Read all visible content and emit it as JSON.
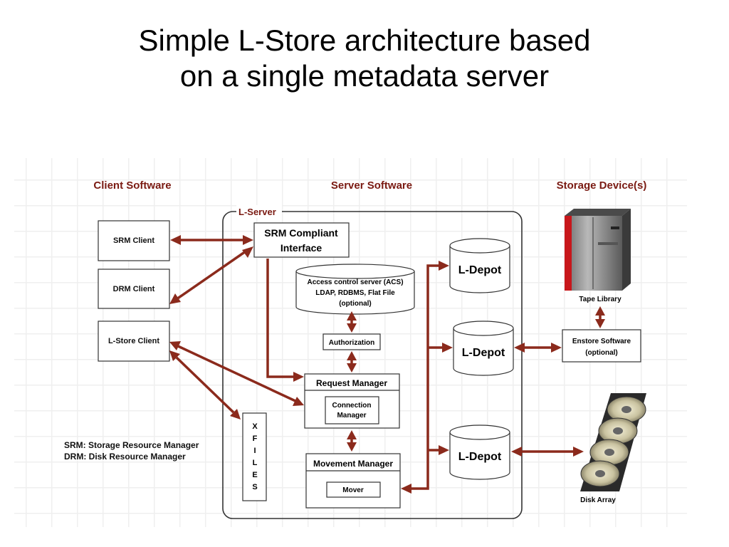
{
  "title": {
    "line1": "Simple L-Store architecture based",
    "line2": "on a single metadata server"
  },
  "headers": {
    "client": "Client Software",
    "server": "Server Software",
    "storage": "Storage Device(s)"
  },
  "lserver": "L-Server",
  "clients": {
    "srm": "SRM Client",
    "drm": "DRM Client",
    "lstore": "L-Store Client"
  },
  "srm_interface": {
    "line1": "SRM Compliant",
    "line2": "Interface"
  },
  "acs": {
    "line1": "Access control server (ACS)",
    "line2": "LDAP, RDBMS, Flat File",
    "line3": "(optional)"
  },
  "authorization": "Authorization",
  "request_manager": "Request Manager",
  "connection_manager": {
    "line1": "Connection",
    "line2": "Manager"
  },
  "movement_manager": "Movement Manager",
  "mover": "Mover",
  "xfiles": [
    "X",
    "F",
    "I",
    "L",
    "E",
    "S"
  ],
  "depots": [
    "L-Depot",
    "L-Depot",
    "L-Depot"
  ],
  "tape_library": "Tape Library",
  "enstore": {
    "line1": "Enstore Software",
    "line2": "(optional)"
  },
  "disk_array": "Disk Array",
  "legend": {
    "srm": "SRM: Storage Resource Manager",
    "drm": "DRM: Disk Resource Manager"
  },
  "colors": {
    "arrow": "#8b2a1c",
    "header": "#7a1a12",
    "tape_red": "#c8171b"
  }
}
